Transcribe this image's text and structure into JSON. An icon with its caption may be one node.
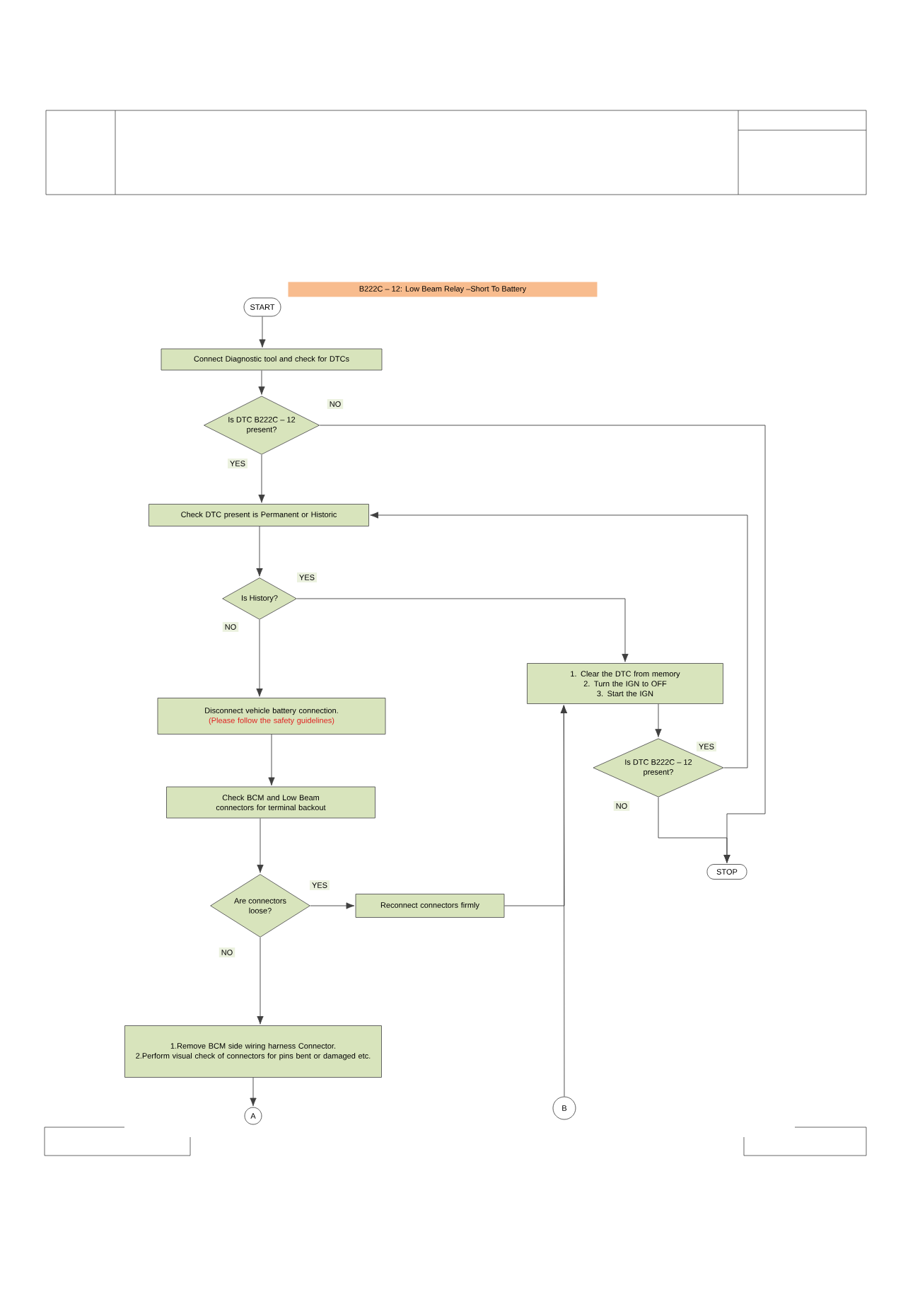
{
  "diagram": {
    "title": "B222C – 12: Low Beam Relay  –Short To Battery",
    "nodes": [
      {
        "text": [
          "START"
        ]
      },
      {
        "text": [
          "Connect Diagnostic tool and check for DTCs"
        ]
      },
      {
        "text": [
          "Is DTC B222C – 12 present?"
        ]
      },
      {
        "text": [
          "Check DTC present is Permanent or Historic"
        ]
      },
      {
        "text": [
          "Is History?"
        ]
      },
      {
        "text": [
          "Disconnect vehicle battery connection.",
          "(Please follow the safety guidelines)"
        ]
      },
      {
        "text": [
          "Check  BCM and Low Beam connectors for terminal backout"
        ]
      },
      {
        "text": [
          "Are connectors loose?"
        ]
      },
      {
        "text": [
          "Reconnect connectors firmly"
        ]
      },
      {
        "text": [
          "1.Remove BCM side wiring harness Connector.",
          "2.Perform visual check of connectors for pins bent or damaged etc."
        ]
      },
      {
        "text": [
          "A"
        ]
      },
      {
        "text": [
          "1. Clear the DTC from memory",
          "2. Turn the IGN to OFF",
          "3. Start the IGN"
        ]
      },
      {
        "text": [
          "Is DTC B222C – 12 present?"
        ]
      },
      {
        "text": [
          "STOP"
        ]
      },
      {
        "text": [
          "B"
        ]
      }
    ],
    "edges": [
      {
        "from": 0,
        "to": 1,
        "arrow": "to"
      },
      {
        "from": 1,
        "to": 2,
        "arrow": "to"
      },
      {
        "from": 2,
        "to": 3,
        "arrow": "to",
        "label": "YES"
      },
      {
        "from": 2,
        "to": 13,
        "arrow": "to",
        "label": "NO"
      },
      {
        "from": 3,
        "to": 4,
        "arrow": "to"
      },
      {
        "from": 4,
        "to": 11,
        "arrow": "to",
        "label": "YES"
      },
      {
        "from": 4,
        "to": 5,
        "arrow": "to",
        "label": "NO"
      },
      {
        "from": 5,
        "to": 6,
        "arrow": "to"
      },
      {
        "from": 6,
        "to": 7,
        "arrow": "to"
      },
      {
        "from": 7,
        "to": 8,
        "arrow": "to",
        "label": "YES"
      },
      {
        "from": 8,
        "to": 11,
        "arrow": "to"
      },
      {
        "from": 7,
        "to": 9,
        "arrow": "to",
        "label": "NO"
      },
      {
        "from": 9,
        "to": 10,
        "arrow": "to"
      },
      {
        "from": 14,
        "to": 11,
        "arrow": "to"
      },
      {
        "from": 11,
        "to": 12,
        "arrow": "to"
      },
      {
        "from": 12,
        "to": 3,
        "arrow": "to",
        "label": "YES"
      },
      {
        "from": 12,
        "to": 13,
        "arrow": "to",
        "label": "NO"
      }
    ]
  }
}
